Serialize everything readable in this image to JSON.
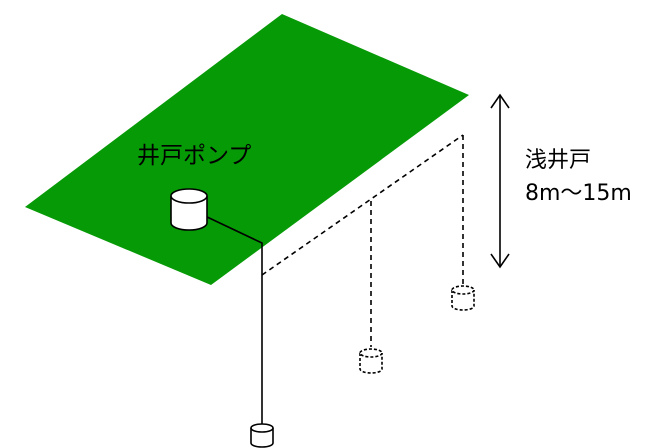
{
  "labels": {
    "pump": "井戸ポンプ",
    "well_type": "浅井戸",
    "depth_range": "8m〜15m"
  },
  "colors": {
    "ground": "#079a07",
    "line": "#000000",
    "background": "#ffffff"
  }
}
